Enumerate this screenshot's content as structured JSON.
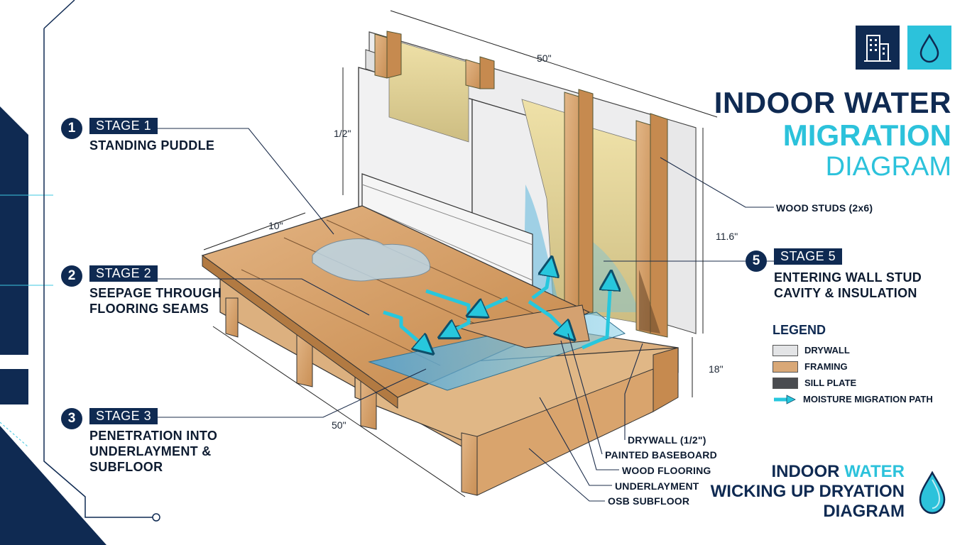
{
  "header": {
    "title_line1": "INDOOR WATER",
    "title_line2": "MIGRATION",
    "title_line3": "DIAGRAM",
    "icons": [
      "building-icon",
      "water-drop-icon"
    ]
  },
  "stages": [
    {
      "number": "1",
      "tag": "STAGE 1",
      "line1": "STANDING PUDDLE",
      "line2": "",
      "line3": ""
    },
    {
      "number": "2",
      "tag": "STAGE 2",
      "line1": "SEEPAGE THROUGH",
      "line2": "FLOORING SEAMS",
      "line3": ""
    },
    {
      "number": "3",
      "tag": "STAGE 3",
      "line1": "PENETRATION INTO",
      "line2": "UNDERLAYMENT &",
      "line3": "SUBFLOOR"
    },
    {
      "number": "5",
      "tag": "STAGE 5",
      "line1": "ENTERING WALL STUD",
      "line2": "CAVITY & INSULATION",
      "line3": ""
    }
  ],
  "dimensions": {
    "top": "50\"",
    "drywall": "1/2\"",
    "floor_depth": "10\"",
    "wall_height": "11.6\"",
    "sill": "18\"",
    "front": "50\""
  },
  "callouts": {
    "studs": "WOOD STUDS (2x6)",
    "drywall": "DRYWALL (1/2\")",
    "baseboard": "PAINTED BASEBOARD",
    "flooring": "WOOD FLOORING",
    "underlayment": "UNDERLAYMENT",
    "subfloor": "OSB SUBFLOOR"
  },
  "legend": {
    "title": "LEGEND",
    "items": [
      {
        "label": "DRYWALL",
        "color": "#e3e4e6"
      },
      {
        "label": "FRAMING",
        "color": "#d9a877"
      },
      {
        "label": "SILL PLATE",
        "color": "#4a4c50"
      },
      {
        "label": "MOISTURE MIGRATION PATH",
        "color": "#27c7dd"
      }
    ]
  },
  "footer": {
    "line1_part1": "INDOOR ",
    "line1_part2": "WATER",
    "line2": "WICKING UP DRYATION",
    "line3": "DIAGRAM"
  },
  "colors": {
    "navy": "#0f2a52",
    "cyan": "#2cc2db",
    "wood": "#d9a877",
    "drywall": "#e8e9eb",
    "insulation": "#e6d8a0"
  }
}
